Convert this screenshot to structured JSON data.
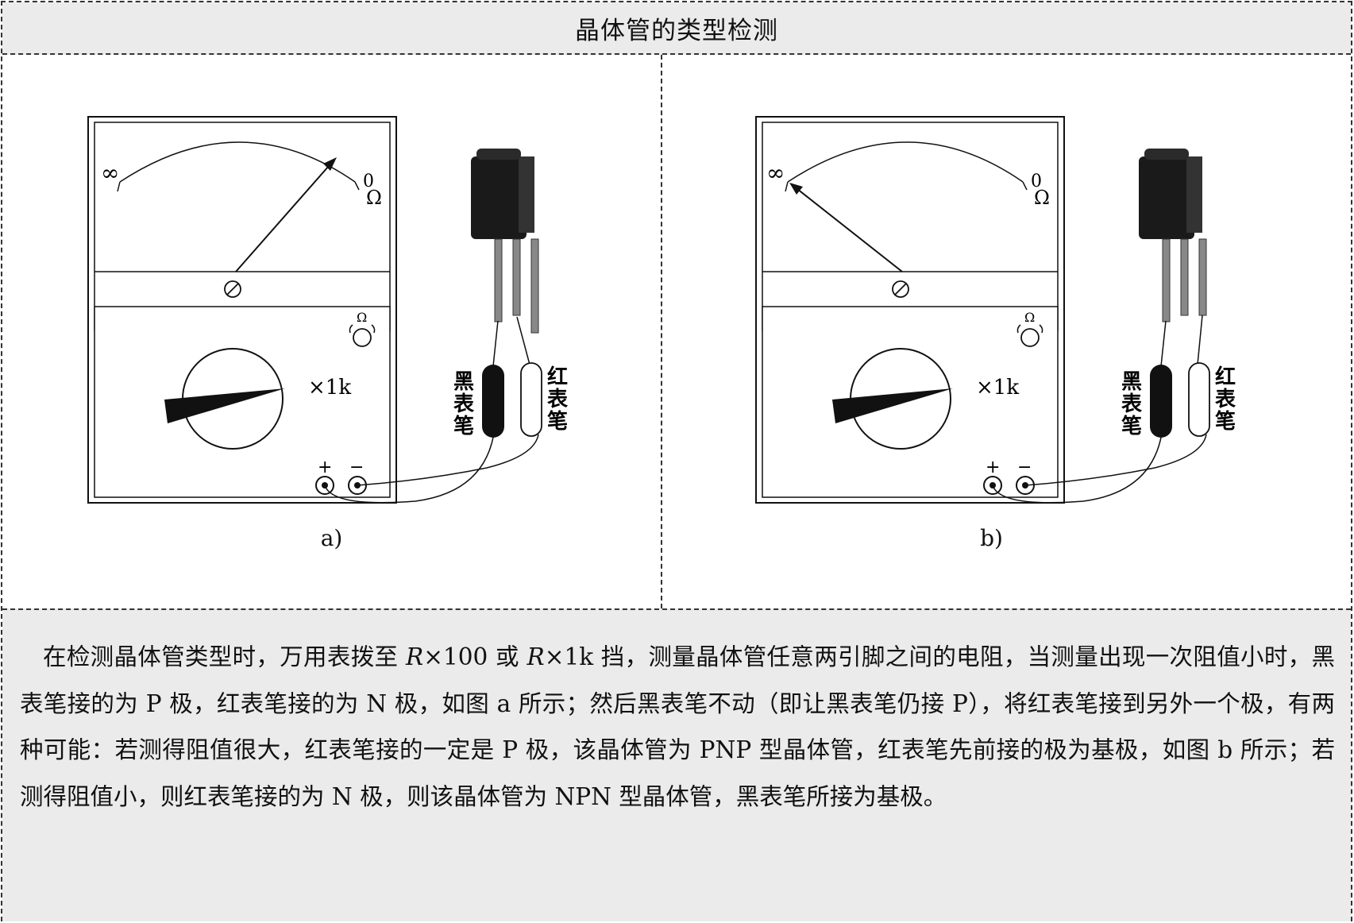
{
  "title": "晶体管的类型检测",
  "figures": [
    {
      "caption": "a)",
      "needle": "zero",
      "scale_left": "∞",
      "scale_right_value": "0",
      "scale_right_unit": "Ω",
      "range_label": "×1k",
      "ohm_knob_label": "Ω",
      "terminal_plus": "+",
      "terminal_minus": "−",
      "black_probe": [
        "黑",
        "表",
        "笔"
      ],
      "red_probe": [
        "红",
        "表",
        "笔"
      ]
    },
    {
      "caption": "b)",
      "needle": "infinity",
      "scale_left": "∞",
      "scale_right_value": "0",
      "scale_right_unit": "Ω",
      "range_label": "×1k",
      "ohm_knob_label": "Ω",
      "terminal_plus": "+",
      "terminal_minus": "−",
      "black_probe": [
        "黑",
        "表",
        "笔"
      ],
      "red_probe": [
        "红",
        "表",
        "笔"
      ]
    }
  ],
  "paragraph": {
    "p1": "在检测晶体管类型时，万用表拨至 ",
    "r1": "R",
    "p2": "×100 或 ",
    "r2": "R",
    "p3": "×1k 挡，测量晶体管任意两引脚之间的电阻，当测量出现一次阻值小时，黑表笔接的为 P 极，红表笔接的为 N 极，如图 a 所示；然后黑表笔不动（即让黑表笔仍接 P），将红表笔接到另外一个极，有两种可能：若测得阻值很大，红表笔接的一定是 P 极，该晶体管为 PNP 型晶体管，红表笔先前接的极为基极，如图 b 所示；若测得阻值小，则红表笔接的为 N 极，则该晶体管为 NPN 型晶体管，黑表笔所接为基极。"
  }
}
